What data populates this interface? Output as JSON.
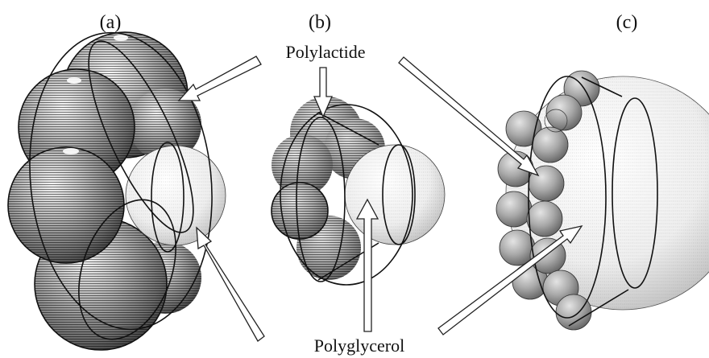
{
  "panels": [
    {
      "label": "(a)"
    },
    {
      "label": "(b)"
    },
    {
      "label": "(c)"
    }
  ],
  "labels": {
    "top": "Polylactide",
    "bottom": "Polyglycerol"
  },
  "colors": {
    "polylactide_sphere": "#9a9a9a",
    "polyglycerol_sphere": "#e6e6e6",
    "outline": "#111111",
    "arrow_fill": "#ffffff"
  }
}
